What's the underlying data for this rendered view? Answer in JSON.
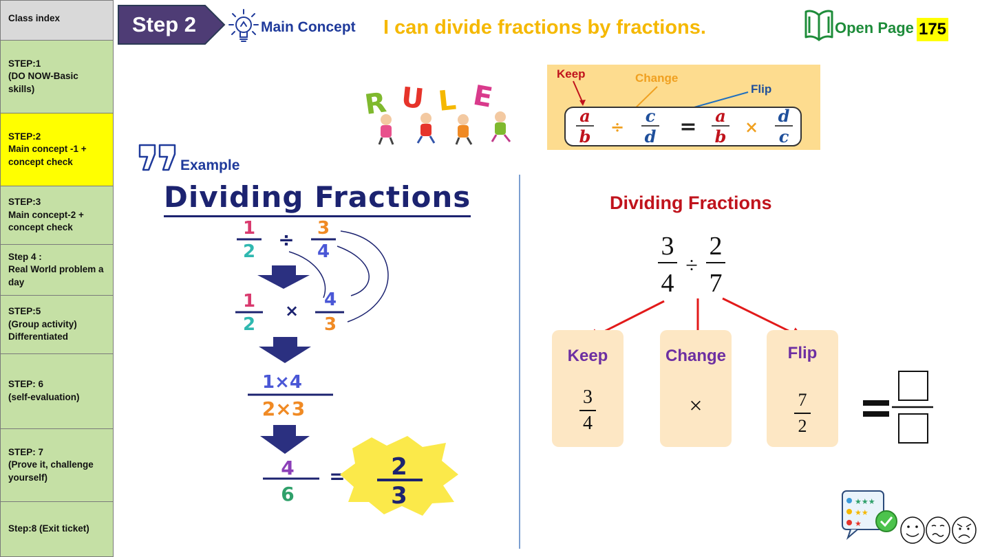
{
  "sidebar": {
    "items": [
      {
        "label": "Class index"
      },
      {
        "label": "STEP:1\n(DO NOW-Basic skills)"
      },
      {
        "label": "STEP:2\nMain concept -1 + concept check"
      },
      {
        "label": "STEP:3\nMain concept-2 + concept check"
      },
      {
        "label": "Step 4 :\nReal World problem a day"
      },
      {
        "label": "STEP:5\n(Group activity) Differentiated"
      },
      {
        "label": "STEP: 6\n(self-evaluation)"
      },
      {
        "label": "STEP: 7\n(Prove it, challenge yourself)"
      },
      {
        "label": "Step:8 (Exit ticket)"
      }
    ]
  },
  "header": {
    "step_label": "Step 2",
    "section_label": "Main Concept",
    "objective": "I can divide fractions by fractions.",
    "open_page_label": "Open Page",
    "page_number": "175"
  },
  "rule": {
    "art_text": "RULE",
    "keep_label": "Keep",
    "change_label": "Change",
    "flip_label": "Flip",
    "formula": {
      "a": "a",
      "b": "b",
      "c": "c",
      "d": "d",
      "div": "÷",
      "eq": "=",
      "times": "×"
    }
  },
  "example": {
    "label": "Example",
    "title": "Dividing Fractions",
    "step1": {
      "n1": "1",
      "d1": "2",
      "op": "÷",
      "n2": "3",
      "d2": "4"
    },
    "step2": {
      "n1": "1",
      "d1": "2",
      "op": "×",
      "n2": "4",
      "d2": "3"
    },
    "step3": {
      "num": "1×4",
      "den": "2×3"
    },
    "step4": {
      "num": "4",
      "den": "6",
      "eq": "=",
      "rnum": "2",
      "rden": "3"
    }
  },
  "practice": {
    "title": "Dividing Fractions",
    "problem": {
      "n1": "3",
      "d1": "4",
      "op": "÷",
      "n2": "2",
      "d2": "7"
    },
    "keep_label": "Keep",
    "keep_num": "3",
    "keep_den": "4",
    "change_label": "Change",
    "change_symbol": "×",
    "flip_label": "Flip",
    "flip_num": "7",
    "flip_den": "2"
  },
  "colors": {
    "sidebar_green": "#c5e0a5",
    "sidebar_active": "#ffff00",
    "step_badge": "#4e3c75",
    "objective": "#f5b800",
    "title_red": "#c0131c",
    "card_bg": "#fde7c4",
    "arrow_red": "#e21a1a"
  }
}
